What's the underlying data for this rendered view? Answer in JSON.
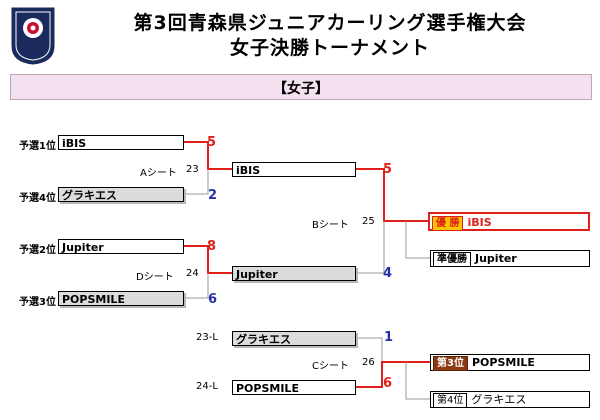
{
  "header": {
    "title_line1": "第3回青森県ジュニアカーリング選手権大会",
    "title_line2": "女子決勝トーナメント",
    "section_label": "【女子】",
    "logo_icon": "curling-club-crest-icon"
  },
  "colors": {
    "win_line": "#e0211b",
    "lose_line": "#9a9a9a",
    "blue_score": "#2630a8",
    "band": "#f3e1f0",
    "winner_label_bg": "#f9c400",
    "third_label_bg": "#8b3a12"
  },
  "round1": {
    "A": {
      "top_seed": "予選1位",
      "top_team": "iBIS",
      "top_score": "5",
      "bottom_seed": "予選4位",
      "bottom_team": "グラキエス",
      "bottom_score": "2",
      "sheet": "Aシート",
      "game": "23"
    },
    "D": {
      "top_seed": "予選2位",
      "top_team": "Jupiter",
      "top_score": "8",
      "bottom_seed": "予選3位",
      "bottom_team": "POPSMILE",
      "bottom_score": "6",
      "sheet": "Dシート",
      "game": "24"
    }
  },
  "final": {
    "top_team": "iBIS",
    "top_score": "5",
    "bottom_team": "Jupiter",
    "bottom_score": "4",
    "sheet": "Bシート",
    "game": "25"
  },
  "third_place_game": {
    "top_label": "23-L",
    "top_team": "グラキエス",
    "top_score": "1",
    "bottom_label": "24-L",
    "bottom_team": "POPSMILE",
    "bottom_score": "6",
    "sheet": "Cシート",
    "game": "26"
  },
  "results": {
    "first": {
      "rank": "優 勝",
      "team": "iBIS"
    },
    "second": {
      "rank": "準優勝",
      "team": "Jupiter"
    },
    "third": {
      "rank": "第3位",
      "team": "POPSMILE"
    },
    "fourth": {
      "rank": "第4位",
      "team": "グラキエス"
    }
  }
}
